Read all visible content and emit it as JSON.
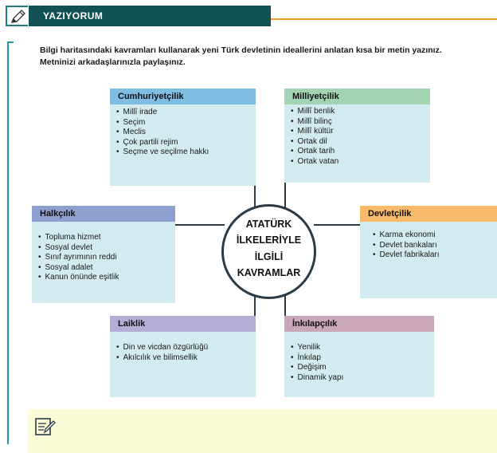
{
  "header": {
    "title": "YAZIYORUM"
  },
  "instructions": {
    "line1": "Bilgi haritasındaki kavramları kullanarak yeni Türk devletinin ideallerini anlatan kısa bir metin yazınız.",
    "line2": "Metninizi arkadaşlarınızla paylaşınız."
  },
  "center": {
    "lines": [
      "ATATÜRK",
      "İLKELERİYLE",
      "İLGİLİ",
      "KAVRAMLAR"
    ]
  },
  "concepts": {
    "cumhuriyetcilik": {
      "title": "Cumhuriyetçilik",
      "items": [
        "Millî irade",
        "Seçim",
        "Meclis",
        "Çok partili rejim",
        "Seçme ve seçilme hakkı"
      ]
    },
    "milliyetcilik": {
      "title": "Milliyetçilik",
      "items": [
        "Millî benlik",
        "Millî bilinç",
        "Millî kültür",
        "Ortak dil",
        "Ortak tarih",
        "Ortak vatan"
      ]
    },
    "halkcilik": {
      "title": "Halkçılık",
      "items": [
        "Topluma hizmet",
        "Sosyal devlet",
        "Sınıf ayrımının reddi",
        "Sosyal adalet",
        "Kanun önünde eşitlik"
      ]
    },
    "devletcilik": {
      "title": "Devletçilik",
      "items": [
        "Karma ekonomi",
        "Devlet bankaları",
        "Devlet fabrikaları"
      ]
    },
    "laiklik": {
      "title": "Laiklik",
      "items": [
        "Din ve vicdan özgürlüğü",
        "Akılcılık ve bilimsellik"
      ]
    },
    "inkilapcilik": {
      "title": "İnkılapçılık",
      "items": [
        "Yenilik",
        "İnkılap",
        "Değişim",
        "Dinamik yapı"
      ]
    }
  },
  "icons": {
    "header": "pencil-icon",
    "note": "notepad-pencil-icon"
  },
  "colors": {
    "header_bar": "#0f5155",
    "accent_line": "#f09a2a",
    "box_body": "#d2eaf0",
    "note_bg": "#fbfbd7"
  }
}
